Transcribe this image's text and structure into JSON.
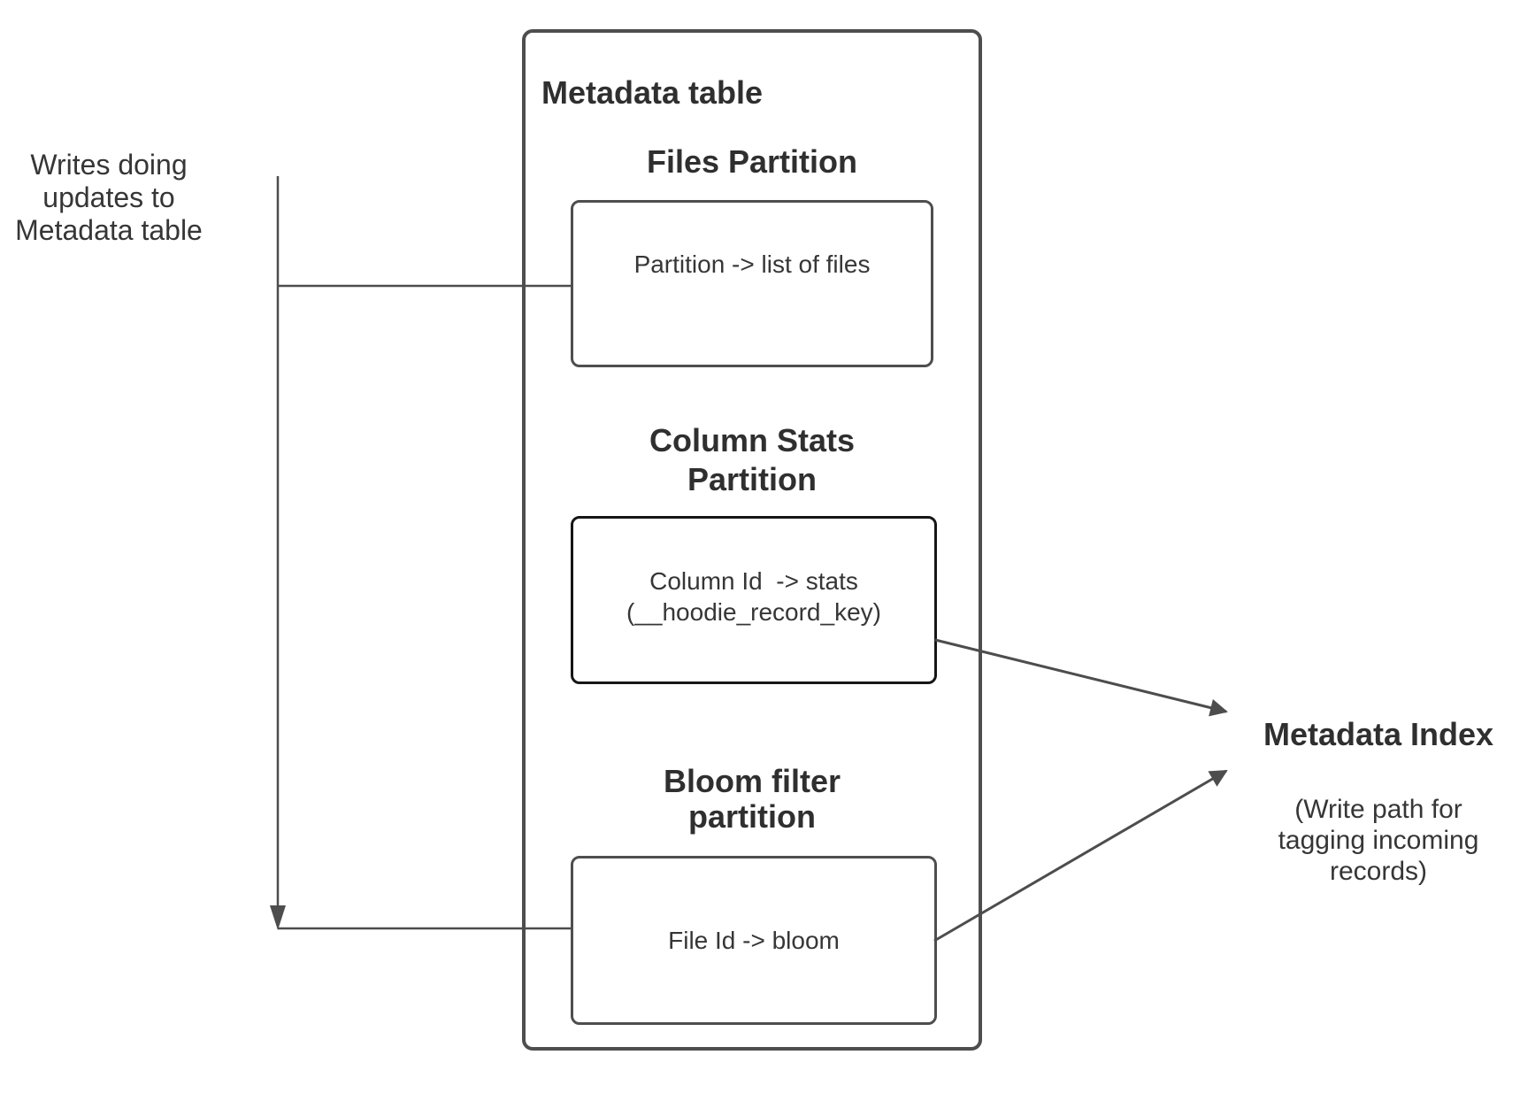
{
  "note_left": {
    "text": "Writes doing\nupdates to\nMetadata table"
  },
  "metadata_table": {
    "title": "Metadata table",
    "partitions": [
      {
        "heading": "Files Partition",
        "mapping": "Partition -> list of files"
      },
      {
        "heading": "Column Stats\nPartition",
        "mapping": "Column Id  -> stats\n(__hoodie_record_key)"
      },
      {
        "heading": "Bloom filter\npartition",
        "mapping": "File Id -> bloom"
      }
    ]
  },
  "metadata_index": {
    "title": "Metadata Index",
    "subtitle": "(Write path for\ntagging incoming\nrecords)"
  },
  "colors": {
    "line": "#4d4d4d",
    "box_border": "#4e4e4e",
    "emphasis_border": "#161616",
    "text": "#343434"
  }
}
